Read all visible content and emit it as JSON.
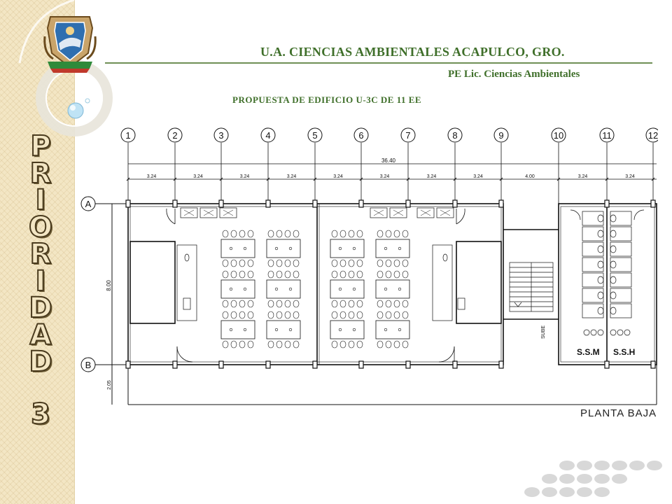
{
  "header": {
    "title": "U.A. CIENCIAS AMBIENTALES ACAPULCO, GRO.",
    "subtitle": "PE Lic. Ciencias Ambientales",
    "proposal": "PROPUESTA DE EDIFICIO U-3C DE 11 EE"
  },
  "sidebar": {
    "priority_letters": [
      "P",
      "R",
      "I",
      "O",
      "R",
      "I",
      "D",
      "A",
      "D"
    ],
    "priority_number": "3"
  },
  "plan": {
    "axes_numbers": [
      "1",
      "2",
      "3",
      "4",
      "5",
      "6",
      "7",
      "8",
      "9",
      "10",
      "11",
      "12"
    ],
    "axes_letters": [
      "A",
      "B"
    ],
    "total_dimension": "36.40",
    "bay_dimensions": [
      "3.24",
      "3.24",
      "3.24",
      "3.24",
      "3.24",
      "3.24",
      "3.24",
      "3.24",
      "4.00",
      "3.24",
      "3.24"
    ],
    "height_dimension": "8.00",
    "corridor_dimension": "2.05",
    "stair_label": "SUBE",
    "restroom_women": "S.S.M",
    "restroom_men": "S.S.H",
    "plan_label": "PLANTA BAJA"
  },
  "colors": {
    "accent": "#3f6f2a",
    "sidebar": "#f3e6c4",
    "line": "#111111"
  }
}
